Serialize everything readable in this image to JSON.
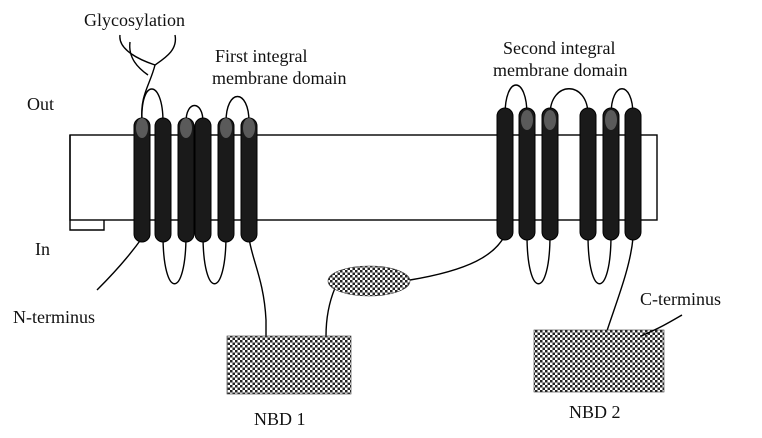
{
  "labels": {
    "glycosylation": "Glycosylation",
    "first_domain_line1": "First integral",
    "first_domain_line2": "membrane domain",
    "second_domain_line1": "Second integral",
    "second_domain_line2": "membrane domain",
    "out": "Out",
    "in": "In",
    "n_terminus": "N-terminus",
    "c_terminus": "C-terminus",
    "nbd1": "NBD 1",
    "nbd2": "NBD 2"
  },
  "colors": {
    "helix": "#1a1a1a",
    "helix_cap": "#5a5a5a",
    "checker_dark": "#222222",
    "outline": "#000000"
  },
  "structure": {
    "first_domain_helices": 6,
    "second_domain_helices": 6
  }
}
